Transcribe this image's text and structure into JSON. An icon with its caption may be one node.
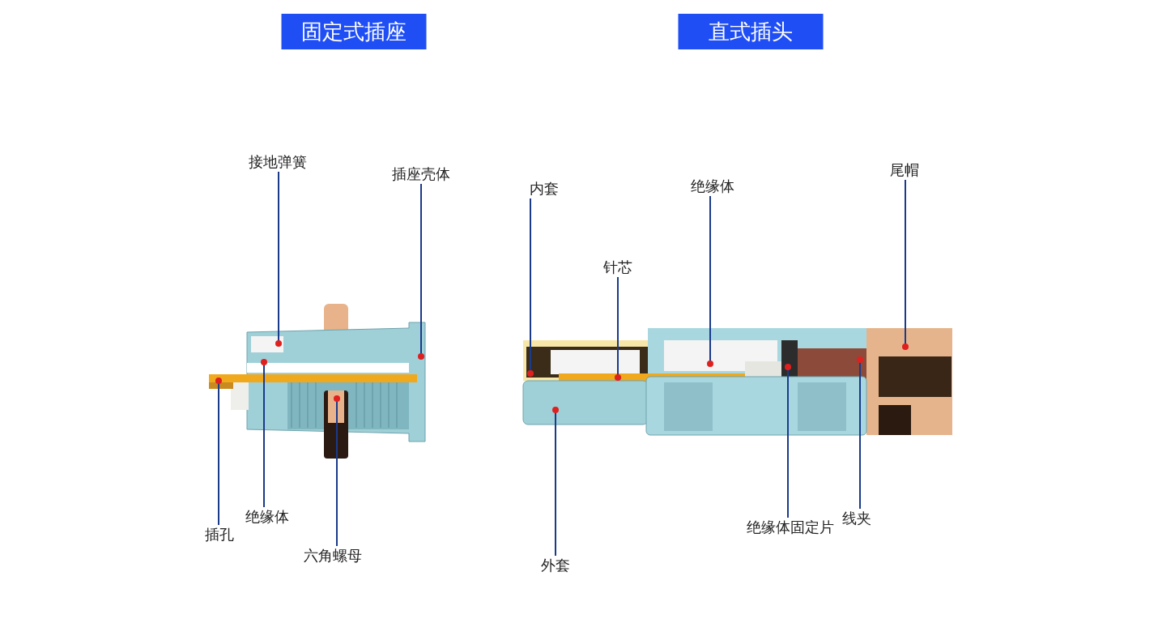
{
  "diagram": {
    "nodes": [
      {
        "text": [
          "固定式插座"
        ]
      },
      {
        "text": [
          "直式插头"
        ]
      },
      {
        "text": [
          "接地弹簧"
        ]
      },
      {
        "text": [
          "插座壳体"
        ]
      },
      {
        "text": [
          "绝缘体"
        ]
      },
      {
        "text": [
          "插孔"
        ]
      },
      {
        "text": [
          "六角螺母"
        ]
      },
      {
        "text": [
          "尾帽"
        ]
      },
      {
        "text": [
          "绝缘体"
        ]
      },
      {
        "text": [
          "内套"
        ]
      },
      {
        "text": [
          "针芯"
        ]
      },
      {
        "text": [
          "线夹"
        ]
      },
      {
        "text": [
          "绝缘体固定片"
        ]
      },
      {
        "text": [
          "外套"
        ]
      }
    ],
    "edges": [
      {
        "from": 2,
        "to": null,
        "arrow": "other"
      },
      {
        "from": 3,
        "to": null,
        "arrow": "other"
      },
      {
        "from": 4,
        "to": null,
        "arrow": "other"
      },
      {
        "from": 5,
        "to": null,
        "arrow": "other"
      },
      {
        "from": 6,
        "to": null,
        "arrow": "other"
      },
      {
        "from": 7,
        "to": null,
        "arrow": "other"
      },
      {
        "from": 8,
        "to": null,
        "arrow": "other"
      },
      {
        "from": 9,
        "to": null,
        "arrow": "other"
      },
      {
        "from": 10,
        "to": null,
        "arrow": "other"
      },
      {
        "from": 11,
        "to": null,
        "arrow": "other"
      },
      {
        "from": 12,
        "to": null,
        "arrow": "other"
      },
      {
        "from": 13,
        "to": null,
        "arrow": "other"
      }
    ]
  }
}
